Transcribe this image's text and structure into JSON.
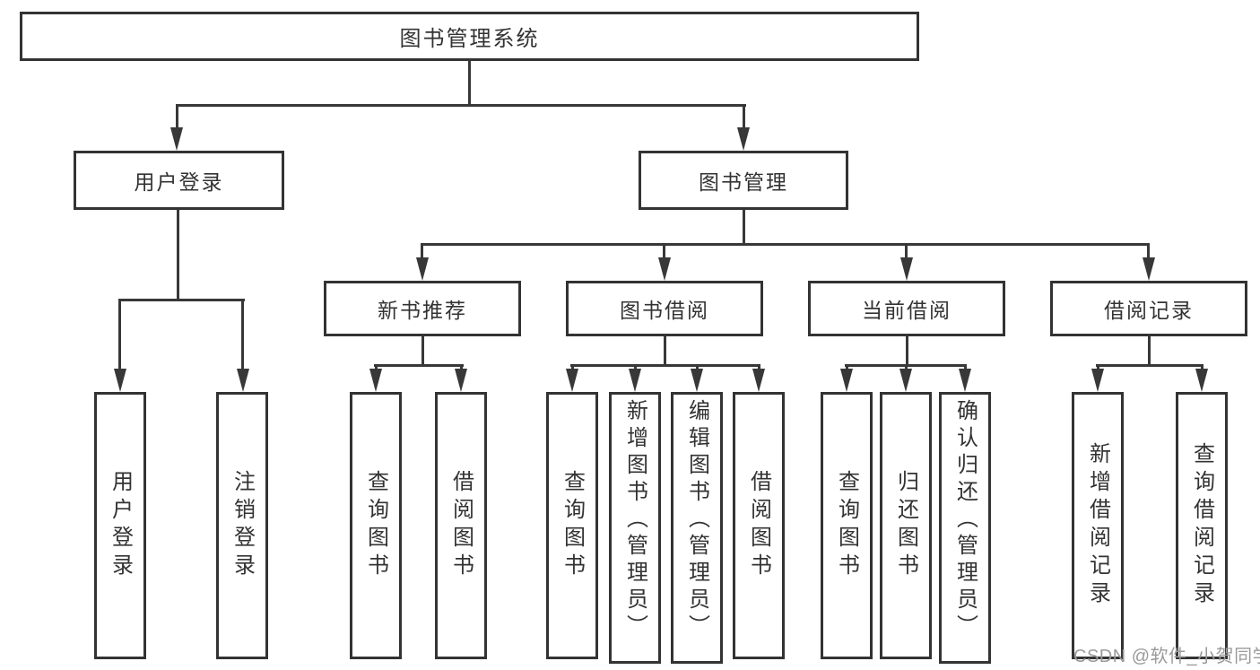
{
  "tree": {
    "root": {
      "label": "图书管理系统",
      "children": [
        {
          "label": "用户登录",
          "children": [
            {
              "label": "用户登录"
            },
            {
              "label": "注销登录"
            }
          ]
        },
        {
          "label": "图书管理",
          "children": [
            {
              "label": "新书推荐",
              "children": [
                {
                  "label": "查询图书"
                },
                {
                  "label": "借阅图书"
                }
              ]
            },
            {
              "label": "图书借阅",
              "children": [
                {
                  "label": "查询图书"
                },
                {
                  "label": "新增图书（管理员）"
                },
                {
                  "label": "编辑图书（管理员）"
                },
                {
                  "label": "借阅图书"
                }
              ]
            },
            {
              "label": "当前借阅",
              "children": [
                {
                  "label": "查询图书"
                },
                {
                  "label": "归还图书"
                },
                {
                  "label": "确认归还（管理员）"
                }
              ]
            },
            {
              "label": "借阅记录",
              "children": [
                {
                  "label": "新增借阅记录"
                },
                {
                  "label": "查询借阅记录"
                }
              ]
            }
          ]
        }
      ]
    }
  },
  "watermark": {
    "text": "CSDN @软件_小贺同学"
  },
  "colors": {
    "border": "#333333",
    "line": "#383838",
    "text": "#333333",
    "watermark": "#9a9a9a",
    "background": "#ffffff"
  }
}
